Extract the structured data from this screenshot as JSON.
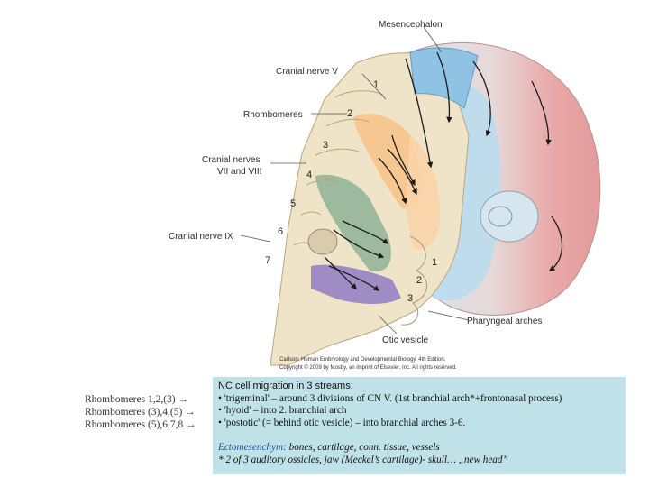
{
  "diagram": {
    "labels": {
      "mesencephalon": "Mesencephalon",
      "cranial_nerve_v": "Cranial nerve V",
      "rhombomeres": "Rhombomeres",
      "cranial_nerves_vii_viii_line1": "Cranial nerves",
      "cranial_nerves_vii_viii_line2": "VII and VIII",
      "cranial_nerve_ix": "Cranial nerve IX",
      "pharyngeal_arches": "Pharyngeal arches",
      "otic_vesicle": "Otic vesicle"
    },
    "rhombomere_numbers": [
      "1",
      "2",
      "3",
      "4",
      "5",
      "6",
      "7"
    ],
    "arch_numbers": [
      "1",
      "2",
      "3"
    ],
    "credit_line1": "Carlson: Human Embryology and Developmental Biology, 4th Edition.",
    "credit_line2": "Copyright © 2009 by Mosby, an imprint of Elsevier, Inc. All rights reserved.",
    "colors": {
      "blue": "#a9d3ea",
      "orange": "#f7c38c",
      "green": "#93b59a",
      "purple": "#9a87c4",
      "red": "#e5a3a3",
      "beige": "#efe4c8"
    }
  },
  "rhombomere_list": [
    "Rhombomeres 1,2,(3) →",
    "Rhombomeres (3),4,(5) →",
    "Rhombomeres (5),6,7,8 →"
  ],
  "info": {
    "title": "NC cell migration in 3 streams:",
    "bullets": [
      "• 'trigeminal' – around 3 divisions of CN V. (1st branchial arch*+frontonasal process)",
      "• 'hyoid' –  into 2. branchial arch",
      "• 'postotic' (= behind otic vesicle) – into branchial arches 3-6."
    ],
    "ecto_term": "Ectomesenchym:",
    "ecto_text": " bones, cartilage, conn. tissue, vessels",
    "footnote": "* 2 of 3 auditory ossicles, jaw (Meckel’s cartilage)- skull… „new head”"
  }
}
